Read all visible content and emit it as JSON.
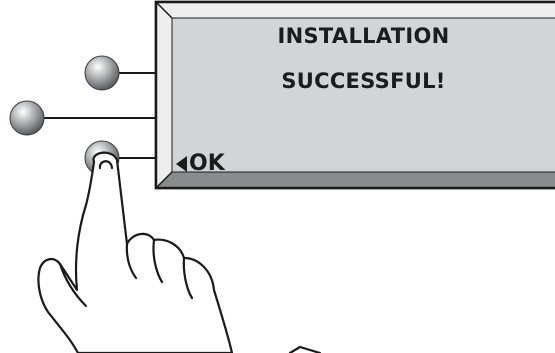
{
  "screen": {
    "line1": "INSTALLATION",
    "line2": "SUCCESSFUL!",
    "softkey_label": "OK",
    "softkey_arrow_icon": "left-triangle-icon"
  },
  "buttons": {
    "top": "round-button",
    "middle": "round-button",
    "bottom": "round-button",
    "pressed": "bottom"
  },
  "colors": {
    "screen_face": "#d3d4d6",
    "bezel_light": "#eeeeef",
    "bezel_dark": "#8a8b8e",
    "outline": "#1a1a1a",
    "text": "#1c1c1c"
  }
}
